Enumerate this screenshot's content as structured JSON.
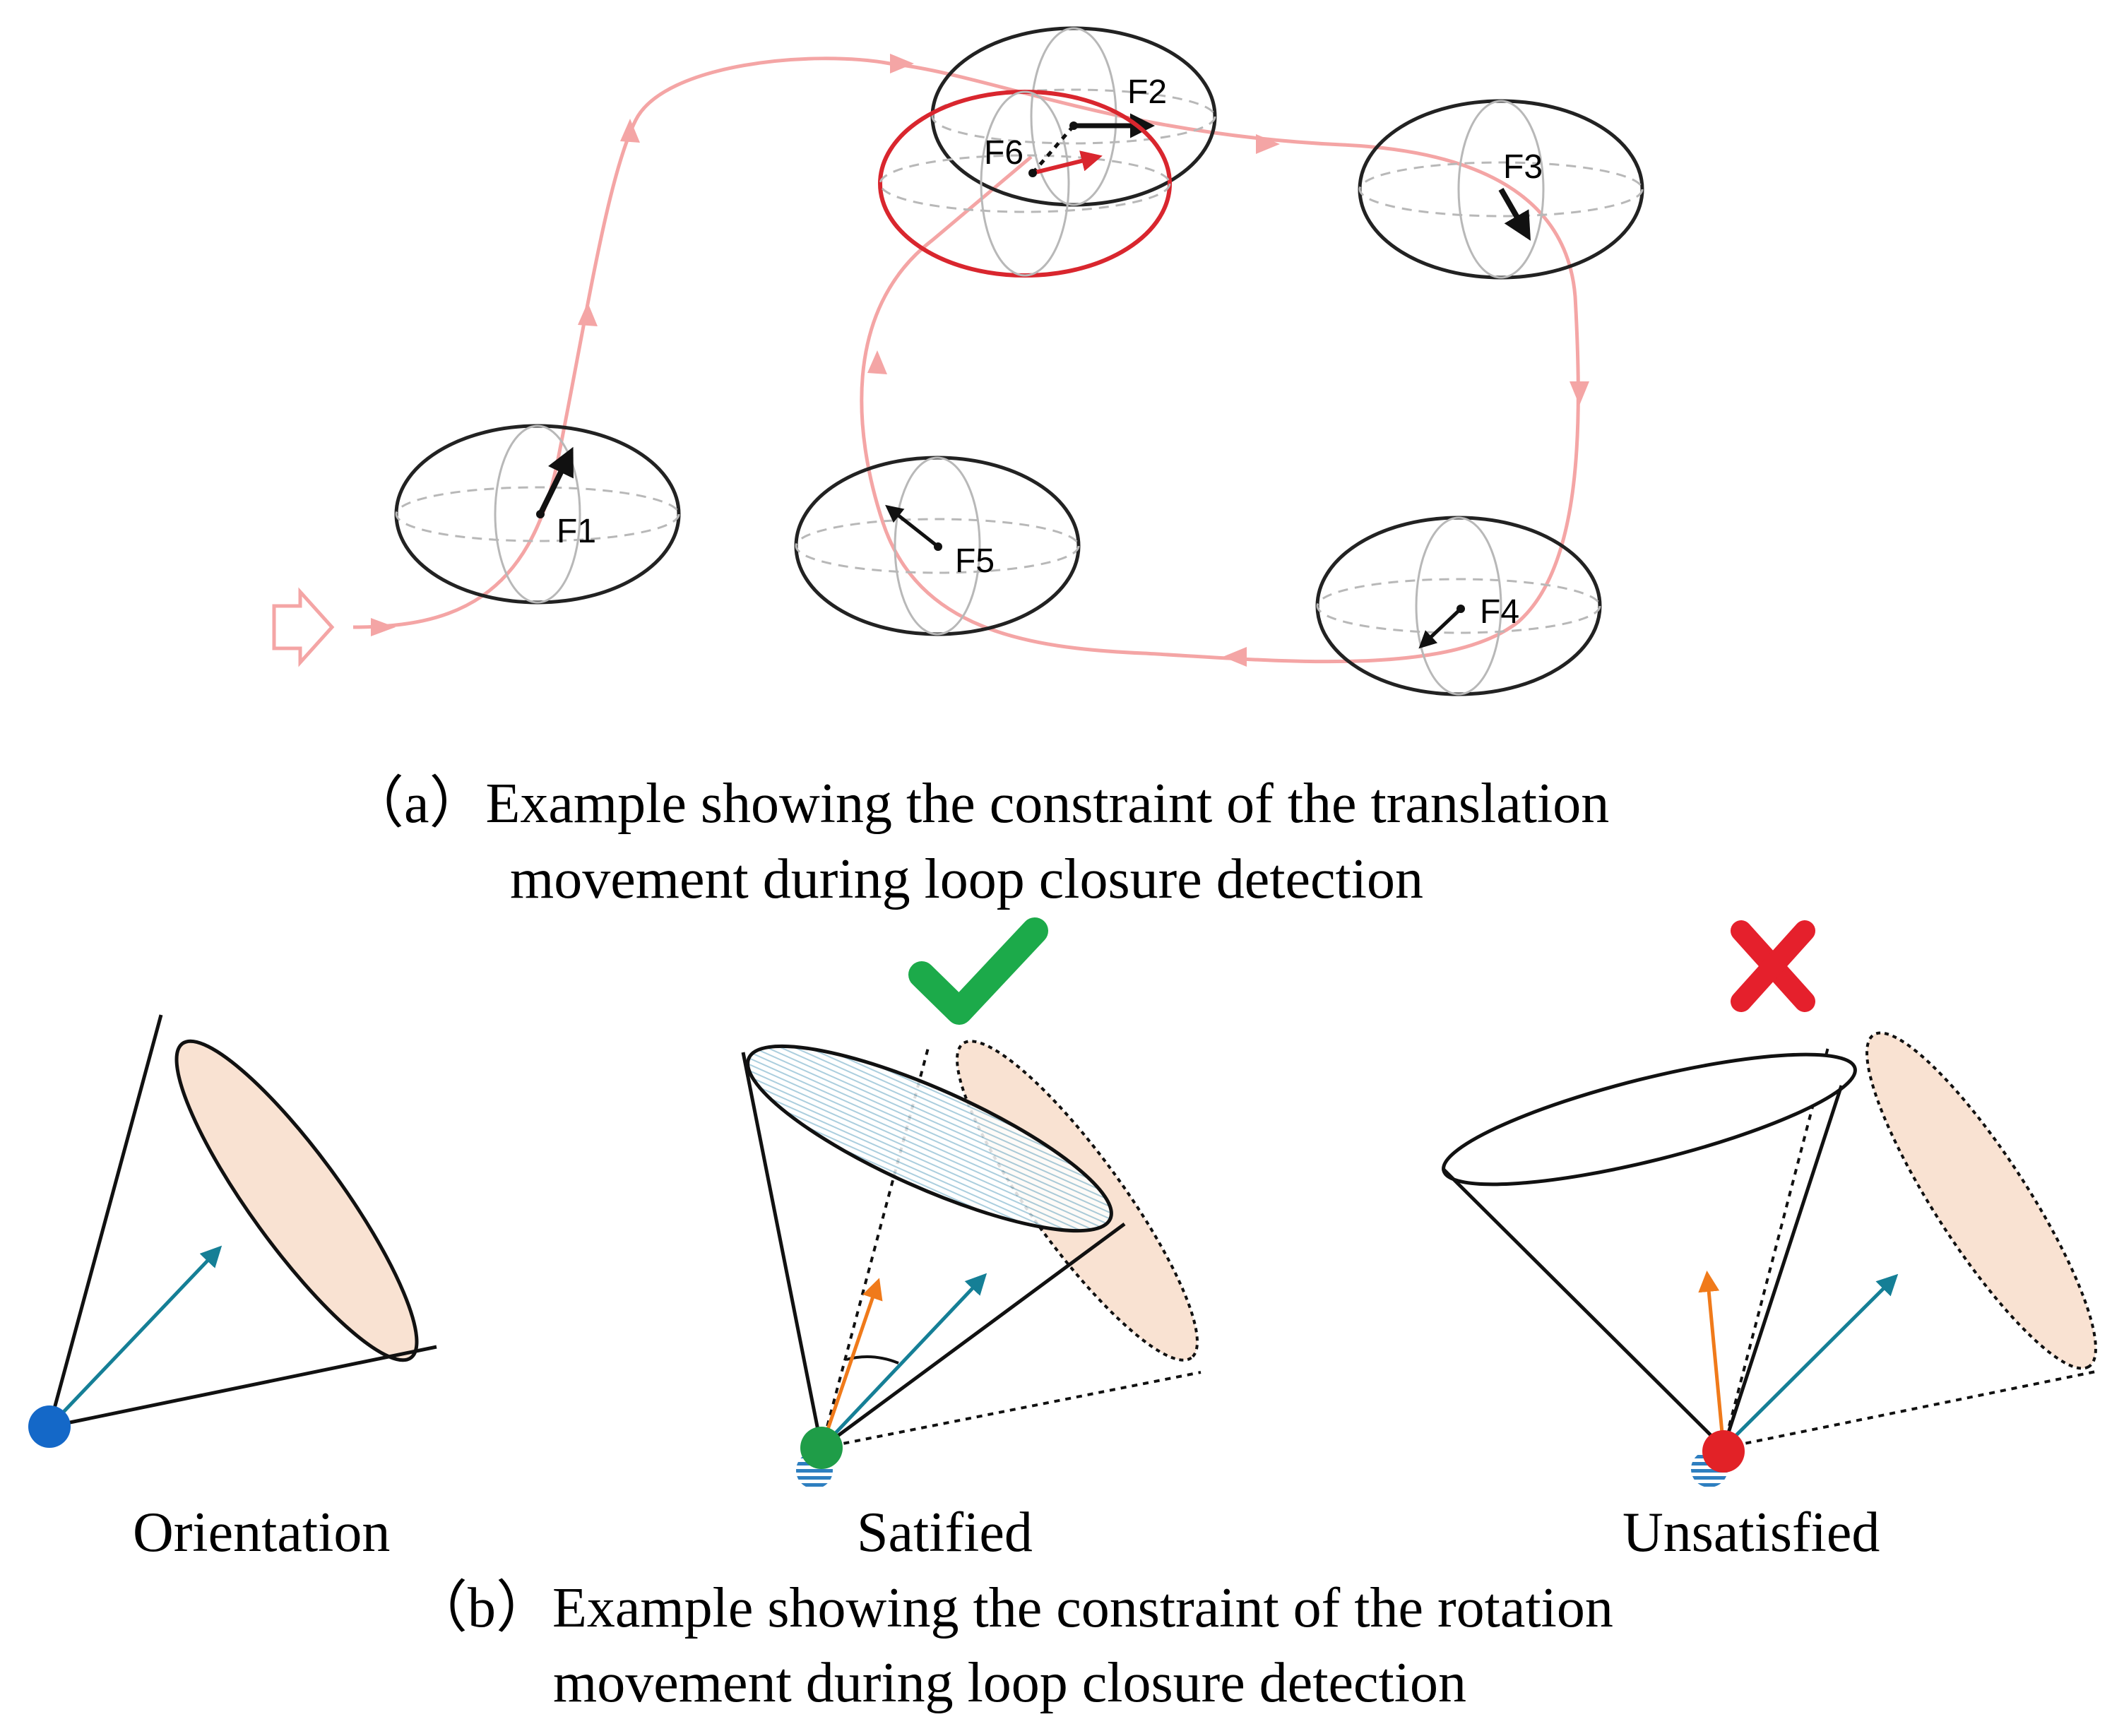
{
  "colors": {
    "trajectory": "#f4a5a5",
    "ellipsoid_outline": "#222222",
    "ellipsoid_inner": "#b8b8b8",
    "loop_highlight": "#d9262e",
    "cone_fill": "#f9e2d2",
    "cone_hatch": "#cfe4ee",
    "teal_arrow": "#157f96",
    "orange_arrow": "#f07a1a",
    "blue_dot": "#1468c8",
    "green_dot": "#1f9d48",
    "red_dot": "#e22227",
    "check": "#1caa4a",
    "cross": "#e5202c"
  },
  "part_a": {
    "nodes": {
      "f1": "F1",
      "f2": "F2",
      "f3": "F3",
      "f4": "F4",
      "f5": "F5",
      "f6": "F6"
    },
    "caption_line1": "（a）Example showing the constraint of the translation",
    "caption_line2": "movement during loop closure detection"
  },
  "part_b": {
    "labels": {
      "orientation": "Orientation",
      "satisfied": "Satified",
      "unsatisfied": "Unsatisfied"
    },
    "status_icons": {
      "satisfied": "check-mark-icon",
      "unsatisfied": "cross-mark-icon"
    },
    "caption_line1": "（b）Example showing the constraint of the rotation",
    "caption_line2": "movement during loop closure detection"
  }
}
